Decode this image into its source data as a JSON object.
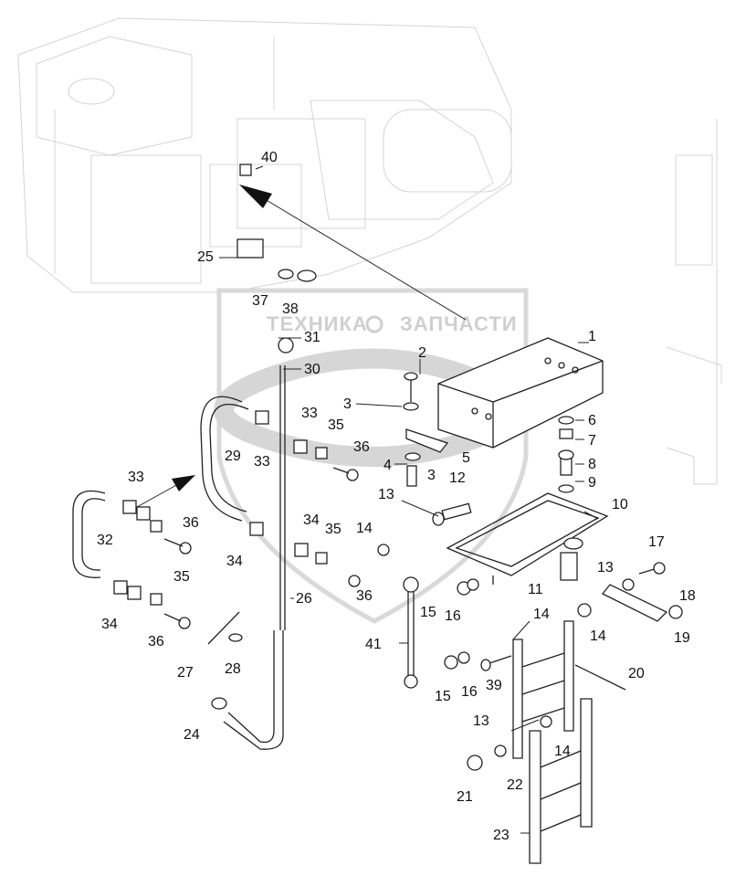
{
  "watermark": {
    "left": "ТЕХНИКА",
    "right": "ЗАПЧАСТИ"
  },
  "callouts": {
    "c1": "1",
    "c2": "2",
    "c3a": "3",
    "c3b": "3",
    "c4": "4",
    "c5": "5",
    "c6": "6",
    "c7": "7",
    "c8": "8",
    "c9": "9",
    "c10": "10",
    "c11": "11",
    "c12": "12",
    "c13a": "13",
    "c13b": "13",
    "c13c": "13",
    "c14a": "14",
    "c14b": "14",
    "c14c": "14",
    "c14d": "14",
    "c15a": "15",
    "c15b": "15",
    "c16a": "16",
    "c16b": "16",
    "c17": "17",
    "c18": "18",
    "c19": "19",
    "c20": "20",
    "c21": "21",
    "c22": "22",
    "c23": "23",
    "c24": "24",
    "c25": "25",
    "c26": "26",
    "c27": "27",
    "c28": "28",
    "c29": "29",
    "c30": "30",
    "c31": "31",
    "c32": "32",
    "c33a": "33",
    "c33b": "33",
    "c33c": "33",
    "c34a": "34",
    "c34b": "34",
    "c34c": "34",
    "c35a": "35",
    "c35b": "35",
    "c35c": "35",
    "c36a": "36",
    "c36b": "36",
    "c36c": "36",
    "c36d": "36",
    "c37": "37",
    "c38": "38",
    "c39": "39",
    "c40": "40",
    "c41": "41"
  }
}
